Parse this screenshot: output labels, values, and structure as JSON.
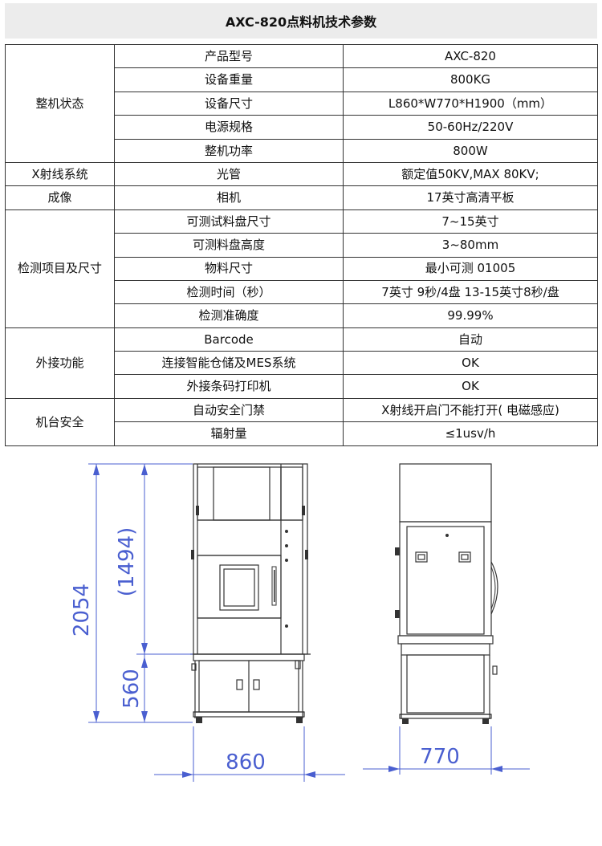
{
  "title": "AXC-820点料机技术参数",
  "groups": [
    {
      "name": "整机状态",
      "rows": [
        {
          "item": "产品型号",
          "value": "AXC-820"
        },
        {
          "item": "设备重量",
          "value": "800KG"
        },
        {
          "item": "设备尺寸",
          "value": "L860*W770*H1900（mm）"
        },
        {
          "item": "电源规格",
          "value": "50-60Hz/220V"
        },
        {
          "item": "整机功率",
          "value": "800W"
        }
      ]
    },
    {
      "name": "X射线系统",
      "rows": [
        {
          "item": "光管",
          "value": "额定值50KV,MAX 80KV;"
        }
      ]
    },
    {
      "name": "成像",
      "rows": [
        {
          "item": "相机",
          "value": "17英寸高清平板"
        }
      ]
    },
    {
      "name": "检测项目及尺寸",
      "rows": [
        {
          "item": "可测试料盘尺寸",
          "value": "7~15英寸"
        },
        {
          "item": "可测料盘高度",
          "value": "3~80mm"
        },
        {
          "item": "物料尺寸",
          "value": "最小可测 01005"
        },
        {
          "item": "检测时间（秒）",
          "value": "7英寸 9秒/4盘  13-15英寸8秒/盘"
        },
        {
          "item": "检测准确度",
          "value": "99.99%"
        }
      ]
    },
    {
      "name": "外接功能",
      "rows": [
        {
          "item": "Barcode",
          "value": "自动"
        },
        {
          "item": "连接智能仓储及MES系统",
          "value": "OK"
        },
        {
          "item": "外接条码打印机",
          "value": "OK"
        }
      ]
    },
    {
      "name": "机台安全",
      "rows": [
        {
          "item": "自动安全门禁",
          "value": "X射线开启门不能打开( 电磁感应)"
        },
        {
          "item": "辐射量",
          "value": "≤1usv/h"
        }
      ]
    }
  ],
  "drawing": {
    "total_height": "2054",
    "upper_height": "(1494)",
    "lower_height": "560",
    "width": "860",
    "depth": "770",
    "dim_color": "#4a5fd0"
  }
}
